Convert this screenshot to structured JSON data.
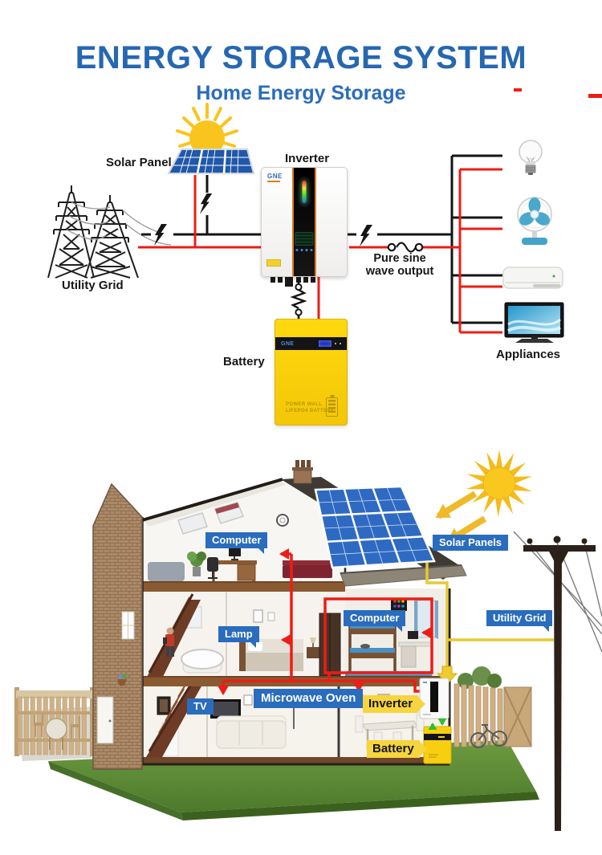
{
  "header": {
    "title": "ENERGY STORAGE SYSTEM",
    "subtitle": "Home Energy Storage"
  },
  "colors": {
    "title_blue": "#2667b1",
    "label_blue": "#2a6cbd",
    "label_yellow": "#f6d53e",
    "wire_red": "#ed1c16",
    "wire_black": "#151515",
    "wire_yellow": "#e6c934",
    "arrow_green": "#2fc12f",
    "battery_yellow": "#f8cf10",
    "solar_panel_blue": "#2f6ac2"
  },
  "diagram": {
    "labels": {
      "solar_panel": "Solar Panel",
      "inverter": "Inverter",
      "utility_grid": "Utility Grid",
      "battery": "Battery",
      "pure_sine_line1": "Pure sine",
      "pure_sine_line2": "wave output",
      "appliances": "Appliances"
    },
    "brand": "GNE",
    "battery_text": {
      "line1": "POWER WALL",
      "line2": "LIFEPO4 BATTERY"
    },
    "icons": {
      "sun-icon": "yellow sun with rays",
      "solar-panel-icon": "tilted blue grid panel",
      "transmission-tower-icon": "lattice power towers",
      "lightning-bolt-icon": "black lightning bolt on wire",
      "sine-wave-icon": "circle-wave-circle symbol",
      "lightbulb-icon": "incandescent bulb",
      "fan-icon": "blue desk fan",
      "air-conditioner-icon": "white split AC unit",
      "tv-icon": "flat screen TV",
      "utility-pole-icon": "wood pole with crossarm wires",
      "sun-arrows-icon": "yellow arrows from sun to roof",
      "green-arrows-icon": "charge and discharge arrows"
    }
  },
  "house": {
    "labels": {
      "computer_attic": "Computer",
      "solar_panels": "Solar Panels",
      "lamp": "Lamp",
      "computer_bedroom": "Computer",
      "utility_grid": "Utility Grid",
      "tv": "TV",
      "microwave_oven": "Microwave Oven",
      "inverter": "Inverter",
      "battery": "Battery"
    }
  }
}
